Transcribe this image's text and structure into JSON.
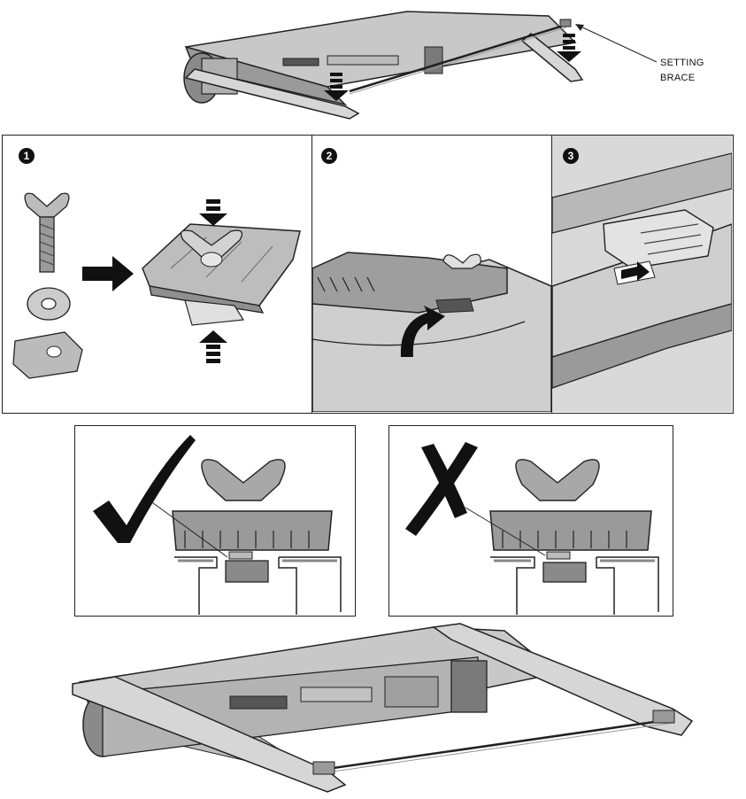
{
  "callout": {
    "line1": "SETTING",
    "line2": "BRACE"
  },
  "steps": [
    {
      "number": "1"
    },
    {
      "number": "2"
    },
    {
      "number": "3"
    }
  ],
  "comparison": {
    "correct_icon": "checkmark-icon",
    "incorrect_icon": "x-mark-icon"
  },
  "colors": {
    "line": "#222222",
    "fill_light": "#d9d9d9",
    "fill_mid": "#a6a6a6",
    "fill_dark": "#7a7a7a",
    "arrow": "#111111"
  }
}
